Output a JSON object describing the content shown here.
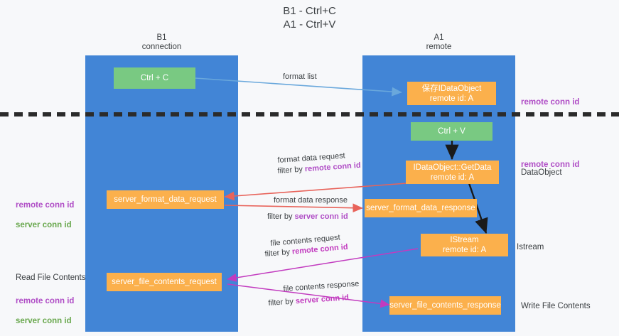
{
  "title": "B1 - Ctrl+C\nA1 - Ctrl+V",
  "columns": {
    "left": {
      "header": "B1\nconnection",
      "color": "#4285d6"
    },
    "right": {
      "header": "A1\nremote",
      "color": "#4285d6"
    }
  },
  "colors": {
    "lane": "#4285d6",
    "green_node": "#79c982",
    "orange_node": "#fbb04c",
    "purple_tag": "#b04ec6",
    "green_tag": "#6aa84f",
    "red_arrow": "#e8635a",
    "magenta_arrow": "#c23bbf",
    "blue_arrow": "#6aa8dc",
    "black_arrow": "#1a1a1a",
    "dashed_line": "#2b2b2b"
  },
  "nodes": {
    "ctrl_c": "Ctrl + C",
    "save_idataobject": "保存IDataObject\nremote id: A",
    "ctrl_v": "Ctrl + V",
    "getdata": "IDataObject::GetData\nremote id: A",
    "server_format_data_request": "server_format_data_request",
    "server_format_data_response": "server_format_data_response",
    "istream": "IStream\nremote id: A",
    "server_file_contents_request": "server_file_contents_request",
    "server_file_contents_response": "server_file_contents_response"
  },
  "right_labels": {
    "remote_conn_id_top": "remote conn id",
    "remote_conn_id_mid": "remote conn id",
    "data_object": "DataObject",
    "istream": "Istream",
    "write_file_contents": "Write File Contents"
  },
  "left_labels": {
    "remote_conn_id": "remote conn id",
    "server_conn_id": "server conn id",
    "read_file_contents": "Read File Contents",
    "remote_conn_id_2": "remote conn id",
    "server_conn_id_2": "server conn id"
  },
  "edges": {
    "format_list": "format list",
    "format_data_request": "format data request",
    "format_data_request_filter_pre": "filter by ",
    "format_data_request_filter_key": "remote conn id",
    "format_data_response": "format data response",
    "format_data_response_filter_pre": "filter by ",
    "format_data_response_filter_key": "server conn id",
    "file_contents_request": "file contents request",
    "file_contents_request_filter_pre": "filter by ",
    "file_contents_request_filter_key": "remote conn id",
    "file_contents_response": "file contents response",
    "file_contents_response_filter_pre": "filter by ",
    "file_contents_response_filter_key": "server conn id"
  }
}
